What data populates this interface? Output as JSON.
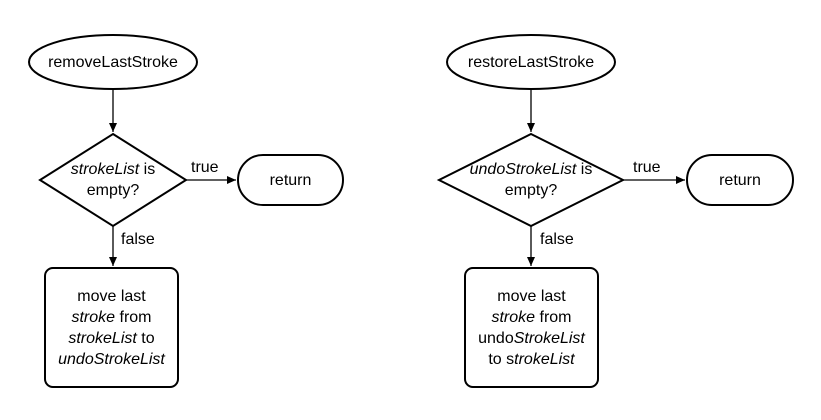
{
  "flows": [
    {
      "start": "removeLastStroke",
      "decision": {
        "italic": "strokeList",
        "rest_line1": " is",
        "line2": "empty?"
      },
      "true_label": "true",
      "false_label": "false",
      "terminal": "return",
      "action": [
        {
          "plain": "move last",
          "italic": ""
        },
        {
          "italic": "stroke",
          "plain": " from"
        },
        {
          "italic": "strokeList",
          "plain": " to"
        },
        {
          "italic": "undoStrokeList",
          "plain": ""
        }
      ]
    },
    {
      "start": "restoreLastStroke",
      "decision": {
        "italic": "undoStrokeList",
        "rest_line1": " is",
        "line2": "empty?"
      },
      "true_label": "true",
      "false_label": "false",
      "terminal": "return",
      "action": [
        {
          "plain": "move last",
          "italic": ""
        },
        {
          "italic": "stroke",
          "plain": " from"
        },
        {
          "plain": "undo",
          "italic": "StrokeList"
        },
        {
          "plain": "to s",
          "italic": "trokeList"
        }
      ]
    }
  ]
}
